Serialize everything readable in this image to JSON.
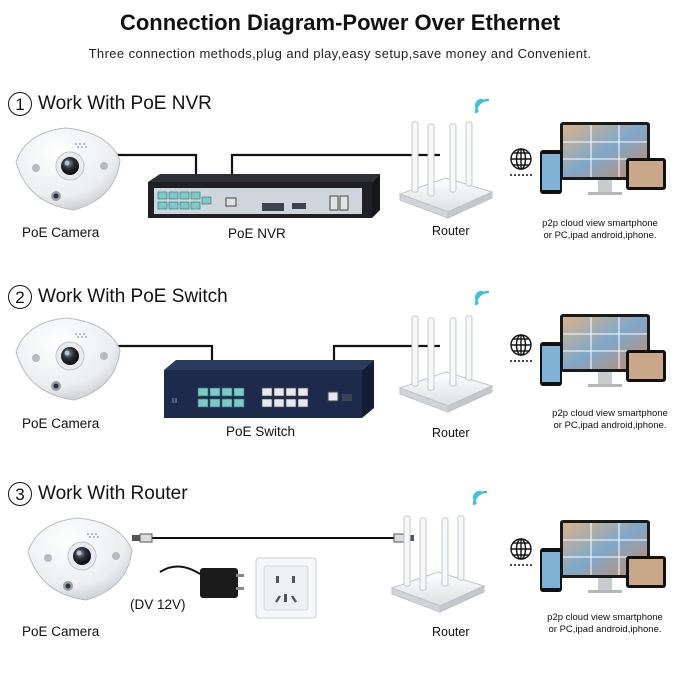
{
  "header": {
    "title": "Connection Diagram-Power Over Ethernet",
    "subtitle": "Three connection methods,plug and play,easy setup,save money and Convenient."
  },
  "sections": [
    {
      "number": "1",
      "title": "Work With PoE NVR",
      "camera_label": "PoE Camera",
      "hub_label": "PoE NVR",
      "router_label": "Router",
      "cloud_line1": "p2p cloud view smartphone",
      "cloud_line2": "or PC,ipad android,iphone."
    },
    {
      "number": "2",
      "title": "Work With PoE Switch",
      "camera_label": "PoE Camera",
      "hub_label": "PoE Switch",
      "router_label": "Router",
      "cloud_line1": "p2p cloud view smartphone",
      "cloud_line2": "or PC,ipad android,iphone."
    },
    {
      "number": "3",
      "title": "Work With Router",
      "camera_label": "PoE Camera",
      "adapter_label": "(DV 12V)",
      "router_label": "Router",
      "cloud_line1": "p2p cloud view smartphone",
      "cloud_line2": "or PC,ipad android,iphone."
    }
  ],
  "icons": {
    "camera": "fisheye-camera-icon",
    "nvr": "nvr-box-icon",
    "switch": "poe-switch-icon",
    "router": "wifi-router-icon",
    "globe": "globe-icon",
    "devices": "devices-icon",
    "adapter": "power-adapter-icon",
    "socket": "wall-socket-icon"
  },
  "colors": {
    "cable": "#111111",
    "nvr_body": "#1e2026",
    "switch_body": "#1e2a4c",
    "port": "#7cc9c8",
    "wifi": "#3bc0e6"
  }
}
